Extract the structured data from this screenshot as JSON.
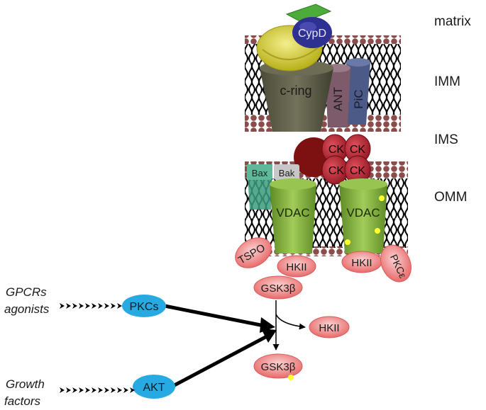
{
  "regions": {
    "matrix": "matrix",
    "imm": "IMM",
    "ims": "IMS",
    "omm": "OMM"
  },
  "proteins": {
    "cypd": "CypD",
    "c_ring": "c-ring",
    "ant": "ANT",
    "pic": "PiC",
    "ck_labels": [
      "CK",
      "CK",
      "CK",
      "CK"
    ],
    "bax": "Bax",
    "bak": "Bak",
    "vdac_left": "VDAC",
    "vdac_right": "VDAC",
    "tspo": "TSPO",
    "hkii_left": "HKII",
    "hkii_right": "HKII",
    "pkc_epsilon": "PKCε",
    "gsk3b_top": "GSK3β",
    "hkii_free": "HKII",
    "gsk3b_bottom": "GSK3β"
  },
  "signals": {
    "gpcr_line1": "GPCRs",
    "gpcr_line2": "agonists",
    "growth_line1": "Growth",
    "growth_line2": "factors",
    "pkcs": "PKCs",
    "akt": "AKT"
  },
  "colors": {
    "kinase_blue": "#27aae1",
    "salmon": "#f08a8a",
    "lipid_head": "#8b4c4c",
    "vdac_green": "#7fae3a",
    "ck_red": "#b5202d",
    "cypd_blue": "#2e3192",
    "crown_yellow": "#d8d23a",
    "c_ring_gray": "#5f5f4a",
    "ant_mauve": "#7d5b6a",
    "pic_blue": "#4b5a87",
    "bax_teal": "#3a9a7c"
  }
}
